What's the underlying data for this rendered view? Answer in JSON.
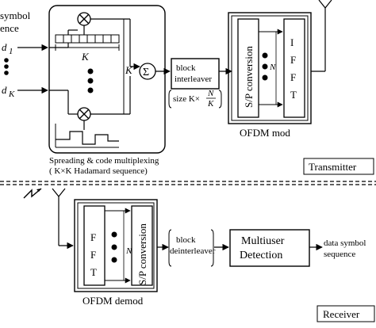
{
  "transmitter": {
    "input_label_line1": "symbol",
    "input_label_line2": "ence",
    "d1": "d",
    "d1_sub": "1",
    "dk": "d",
    "dk_sub": "K",
    "k_horizontal": "K",
    "k_vertical": "K",
    "sum_symbol": "Σ",
    "mult_symbol": "⊗",
    "spreading_caption_line1": "Spreading & code multiplexing",
    "spreading_caption_line2": "( K×K Hadamard sequence)",
    "interleaver_line1": "block",
    "interleaver_line2": "interleaver",
    "size_prefix": "size K×",
    "size_frac_num": "N",
    "size_frac_den": "K",
    "sp_conversion": "S/P conversion",
    "n_label": "N",
    "ifft_letters": [
      "I",
      "F",
      "F",
      "T"
    ],
    "ofdm_mod": "OFDM mod",
    "section_label": "Transmitter"
  },
  "receiver": {
    "fft_letters": [
      "F",
      "F",
      "T"
    ],
    "sp_conversion": "S/P conversion",
    "n_label": "N",
    "deinterleaver_line1": "block",
    "deinterleaver_line2": "deinterleaver",
    "multiuser_line1": "Multiuser",
    "multiuser_line2": "Detection",
    "output_line1": "data symbol",
    "output_line2": "sequence",
    "ofdm_demod": "OFDM demod",
    "section_label": "Receiver"
  },
  "colors": {
    "stroke": "#000000",
    "background": "#ffffff",
    "bold_box": "#000000"
  },
  "icons": [
    "antenna-icon",
    "lightning-icon",
    "multiplier-icon",
    "summer-icon"
  ]
}
